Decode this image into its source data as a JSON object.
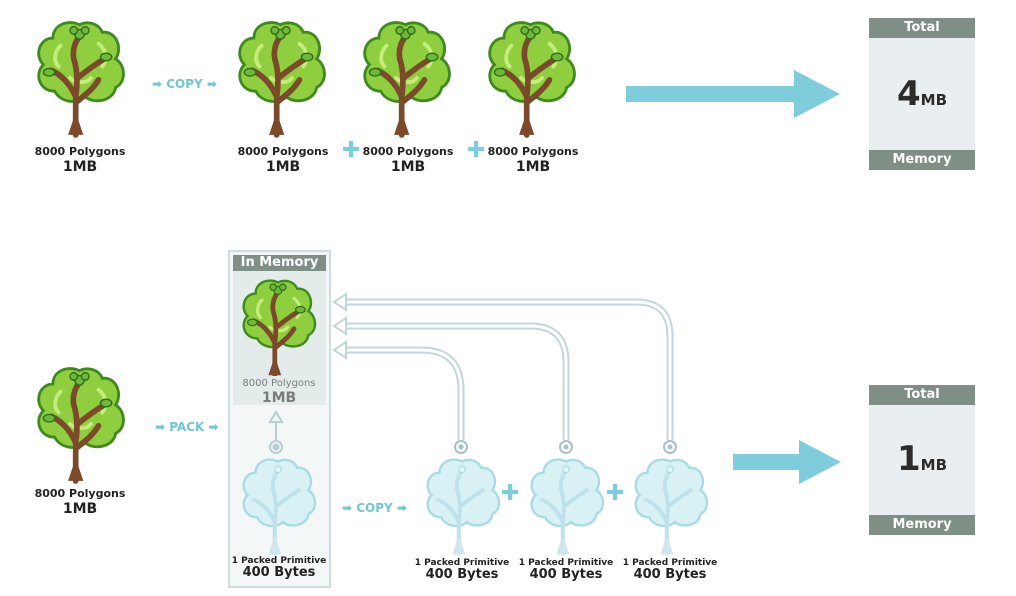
{
  "top_row": {
    "source": {
      "polygons": "8000 Polygons",
      "size": "1MB"
    },
    "op_label": "COPY",
    "copies": [
      {
        "polygons": "8000 Polygons",
        "size": "1MB"
      },
      {
        "polygons": "8000 Polygons",
        "size": "1MB"
      },
      {
        "polygons": "8000 Polygons",
        "size": "1MB"
      }
    ],
    "total": {
      "header": "Total",
      "value": "4",
      "unit": "MB",
      "footer": "Memory"
    }
  },
  "bottom_row": {
    "source": {
      "polygons": "8000 Polygons",
      "size": "1MB"
    },
    "op_label": "PACK",
    "in_memory": {
      "header": "In Memory",
      "polygons": "8000 Polygons",
      "size": "1MB"
    },
    "packed": {
      "label": "1 Packed Primitive",
      "size": "400 Bytes"
    },
    "copy_label": "COPY",
    "copies": [
      {
        "label": "1 Packed Primitive",
        "size": "400 Bytes"
      },
      {
        "label": "1 Packed Primitive",
        "size": "400 Bytes"
      },
      {
        "label": "1 Packed Primitive",
        "size": "400 Bytes"
      }
    ],
    "total": {
      "header": "Total",
      "value": "1",
      "unit": "MB",
      "footer": "Memory"
    }
  },
  "colors": {
    "arrow": "#7fcddc",
    "leaf": "#8fcf3f",
    "leaf_dark": "#3f8a1f",
    "trunk": "#7a4a2a",
    "box_band": "#7f8f86",
    "box_bg": "#e9eef0"
  }
}
